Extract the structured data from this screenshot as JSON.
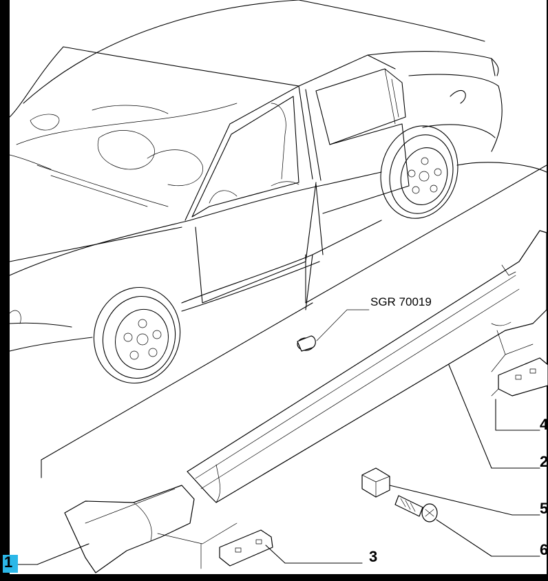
{
  "diagram": {
    "part_code": "SGR 70019",
    "callouts": [
      {
        "id": "ref-1",
        "label": "1"
      },
      {
        "id": "ref-2",
        "label": "2"
      },
      {
        "id": "ref-3",
        "label": "3"
      },
      {
        "id": "ref-4",
        "label": "4"
      },
      {
        "id": "ref-5",
        "label": "5"
      },
      {
        "id": "ref-6",
        "label": "6"
      }
    ],
    "highlight_color": "#2bb7e8"
  }
}
